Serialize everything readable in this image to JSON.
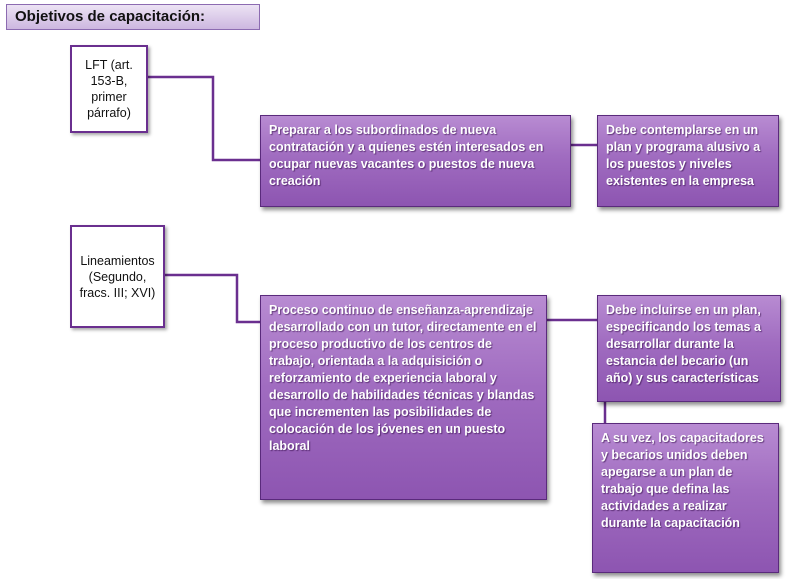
{
  "title": "Objetivos de capacitación:",
  "section1": {
    "source": "LFT (art. 153-B, primer párrafo)",
    "objective": "Preparar a los subordinados de nueva contratación y a quienes estén interesados en ocupar nuevas vacantes o puestos de nueva creación",
    "requirement": "Debe contemplarse en un plan y programa alusivo a los puestos y niveles existentes en la empresa"
  },
  "section2": {
    "source": "Lineamientos (Segundo, fracs. III; XVI)",
    "objective": "Proceso continuo de enseñanza-aprendizaje desarrollado con un tutor, directamente en el proceso productivo de los centros de trabajo, orientada a la adquisición o reforzamiento de experiencia laboral y desarrollo de habilidades técnicas y blandas que incrementen las posibilidades de colocación de los jóvenes en un puesto laboral",
    "requirement": "Debe incluirse en un plan, especificando los temas a desarrollar durante la estancia del becario (un año) y sus características",
    "note": "A su vez, los capacitadores y becarios unidos deben apegarse a un plan de trabajo que defina las actividades a realizar durante la capacitación"
  },
  "colors": {
    "box_border": "#6a2f8f",
    "box_fill_top": "#b88bd2",
    "box_fill_bottom": "#8d55b1",
    "title_fill": "#cdb7e0"
  }
}
